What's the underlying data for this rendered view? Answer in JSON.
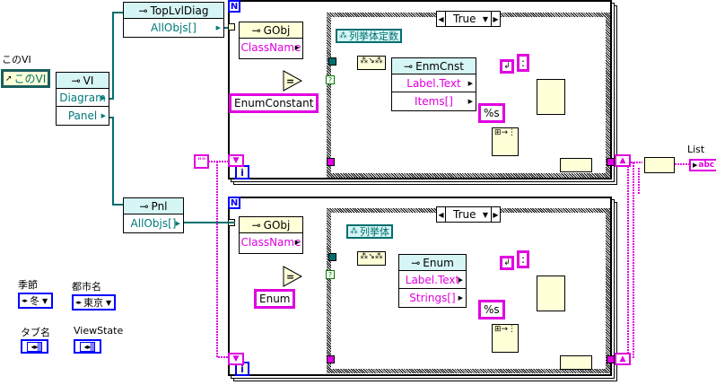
{
  "this_vi": {
    "label": "このVI",
    "ref": "このVI"
  },
  "vi_node": {
    "title": "VI",
    "props": [
      "Diagram",
      "Panel"
    ]
  },
  "toplvl_node": {
    "title": "TopLvlDiag",
    "props": [
      "AllObjs[]"
    ]
  },
  "pnl_node": {
    "title": "Pnl",
    "props": [
      "AllObjs[]"
    ]
  },
  "string_const": "\"\"",
  "loop1": {
    "n_label": "N",
    "i_label": "i",
    "gobj": {
      "title": "GObj",
      "props": [
        "ClassName"
      ]
    },
    "compare_const": "EnumConstant",
    "compare_symbol": "=",
    "case_selector": "True",
    "class_const": "列挙体定数",
    "ref_node": {
      "title": "EnmCnst",
      "props": [
        "Label.Text",
        "Items[]"
      ]
    },
    "format_const": "%s",
    "colon_const": ":"
  },
  "loop2": {
    "n_label": "N",
    "i_label": "i",
    "gobj": {
      "title": "GObj",
      "props": [
        "ClassName"
      ]
    },
    "compare_const": "Enum",
    "compare_symbol": "=",
    "case_selector": "True",
    "class_const": "列挙体",
    "ref_node": {
      "title": "Enum",
      "props": [
        "Label.Text",
        "Strings[]"
      ]
    },
    "format_const": "%s",
    "colon_const": ":"
  },
  "output": {
    "label": "List",
    "indicator": "abc"
  },
  "controls": [
    {
      "label": "季節",
      "value": "冬"
    },
    {
      "label": "都市名",
      "value": "東京"
    },
    {
      "label": "タブ名",
      "value": ""
    },
    {
      "label": "ViewState",
      "value": ""
    }
  ],
  "colors": {
    "string_wire": "#e000e0",
    "ref_wire": "#006e6e",
    "loop_border": "#0000ff"
  }
}
